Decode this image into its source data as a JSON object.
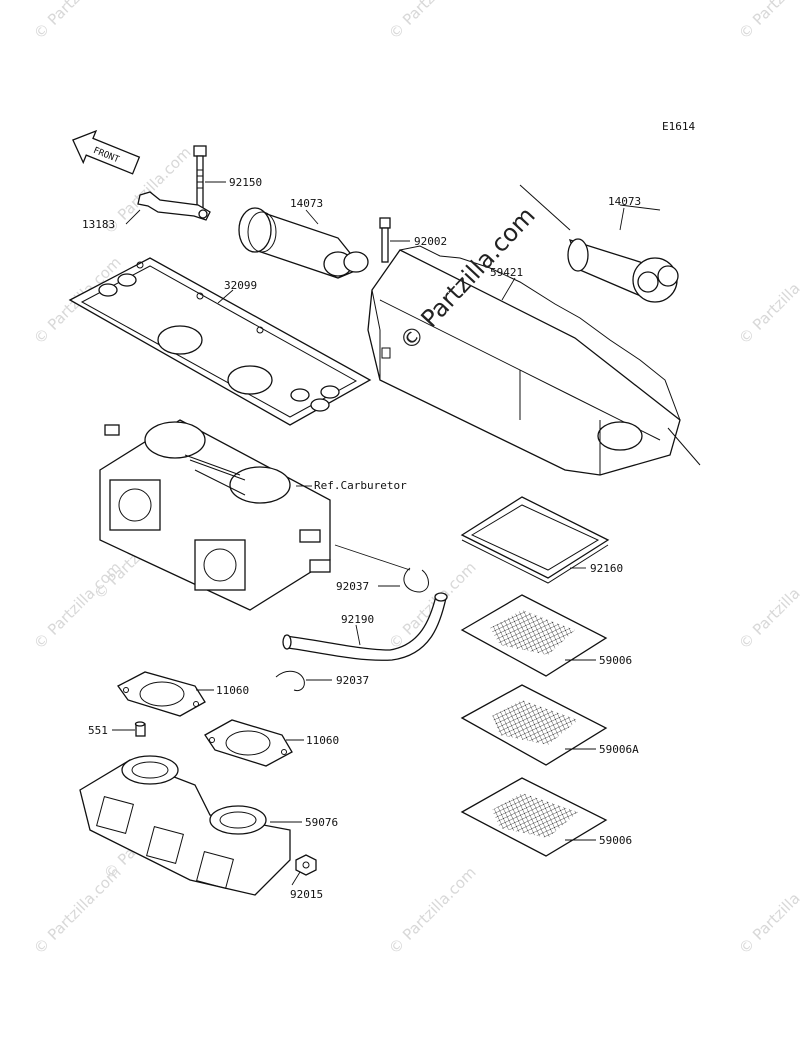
{
  "diagram": {
    "code": "E1614",
    "front_label": "FRONT",
    "ref_label": "Ref.Carburetor",
    "watermark_center": "© Partzilla.com",
    "watermark_tile": "© Partzilla.com",
    "parts": {
      "p92150": "92150",
      "p13183": "13183",
      "p14073_left": "14073",
      "p14073_right": "14073",
      "p92002": "92002",
      "p59421": "59421",
      "p32099": "32099",
      "p92160": "92160",
      "p92037_a": "92037",
      "p92190": "92190",
      "p92037_b": "92037",
      "p59006_a": "59006",
      "p11060_a": "11060",
      "p551": "551",
      "p11060_b": "11060",
      "p59006A": "59006A",
      "p59076": "59076",
      "p59006_b": "59006",
      "p92015": "92015"
    }
  }
}
